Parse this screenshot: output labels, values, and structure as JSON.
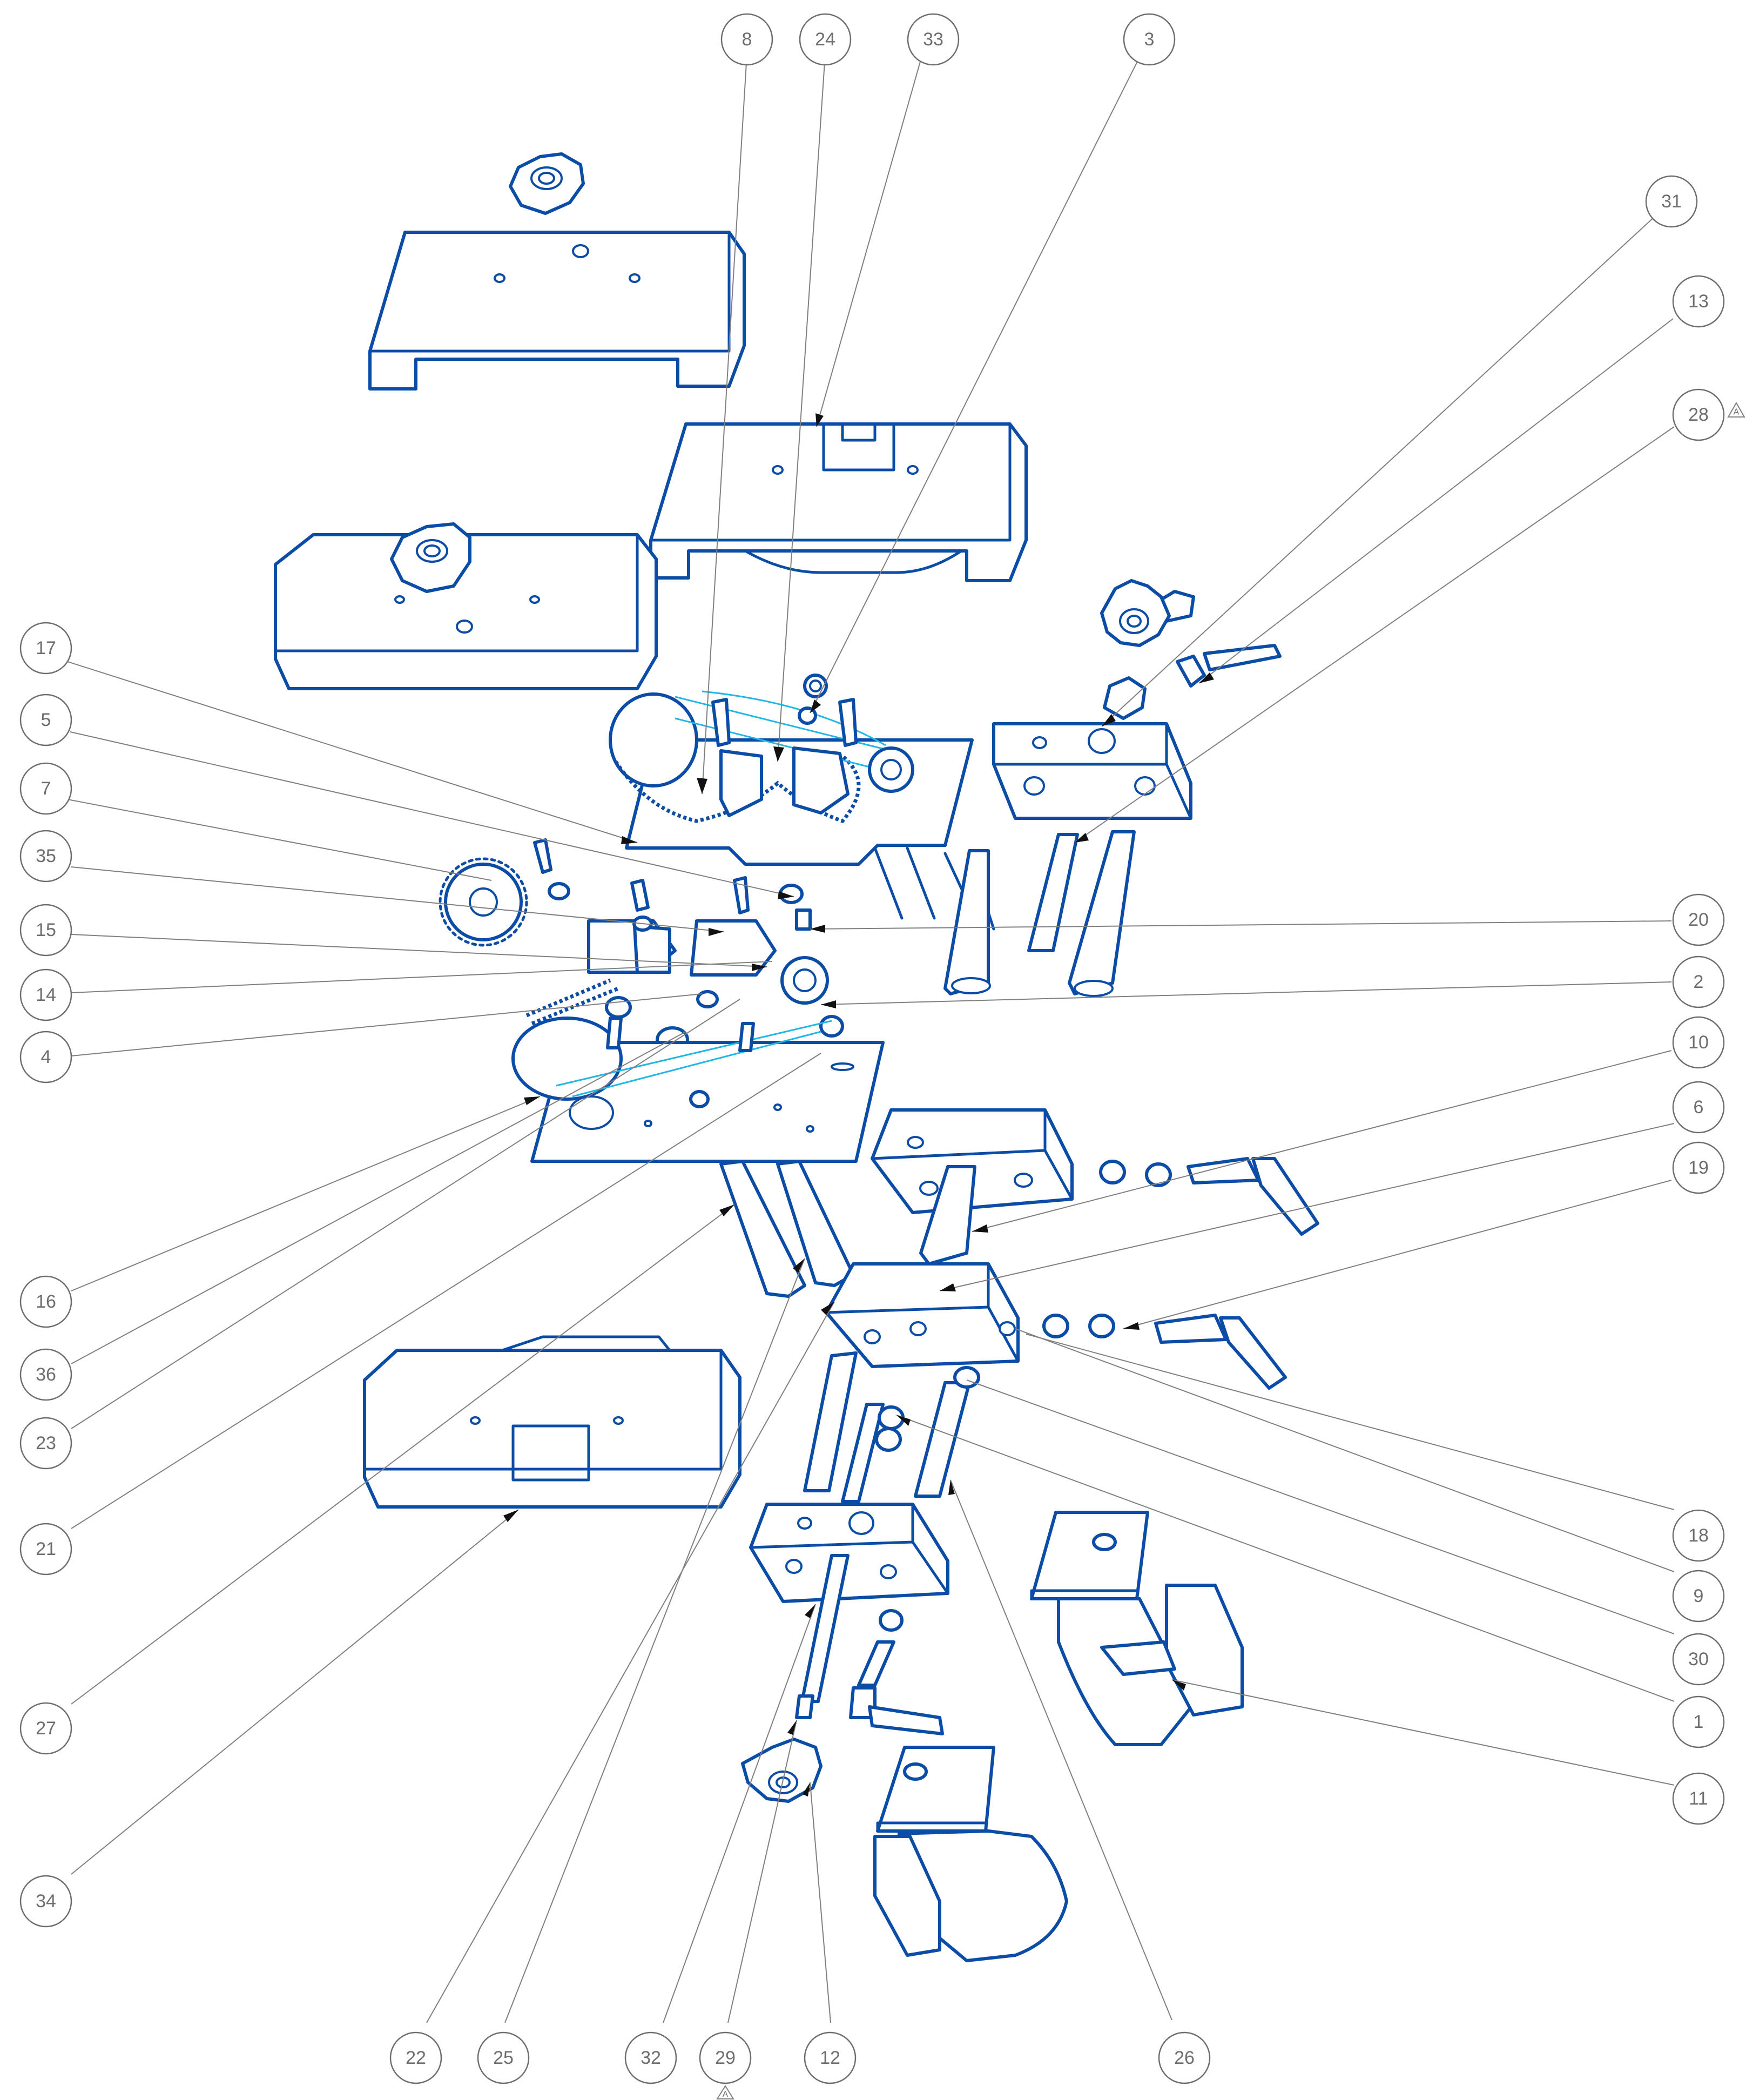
{
  "drawing": {
    "type": "exploded-assembly-view",
    "line_color": "#0b4da6",
    "belt_color": "#1fb6e8",
    "balloon_color": "#6e6e6e",
    "callouts": [
      {
        "label": "8"
      },
      {
        "label": "24"
      },
      {
        "label": "33"
      },
      {
        "label": "3"
      },
      {
        "label": "31"
      },
      {
        "label": "13"
      },
      {
        "label": "28"
      },
      {
        "label": "17"
      },
      {
        "label": "5"
      },
      {
        "label": "7"
      },
      {
        "label": "35"
      },
      {
        "label": "15"
      },
      {
        "label": "14"
      },
      {
        "label": "4"
      },
      {
        "label": "20"
      },
      {
        "label": "2"
      },
      {
        "label": "10"
      },
      {
        "label": "6"
      },
      {
        "label": "19"
      },
      {
        "label": "16"
      },
      {
        "label": "36"
      },
      {
        "label": "23"
      },
      {
        "label": "21"
      },
      {
        "label": "27"
      },
      {
        "label": "34"
      },
      {
        "label": "18"
      },
      {
        "label": "9"
      },
      {
        "label": "30"
      },
      {
        "label": "1"
      },
      {
        "label": "11"
      },
      {
        "label": "22"
      },
      {
        "label": "25"
      },
      {
        "label": "32"
      },
      {
        "label": "29"
      },
      {
        "label": "12"
      },
      {
        "label": "26"
      }
    ],
    "revision_marker": "A"
  }
}
